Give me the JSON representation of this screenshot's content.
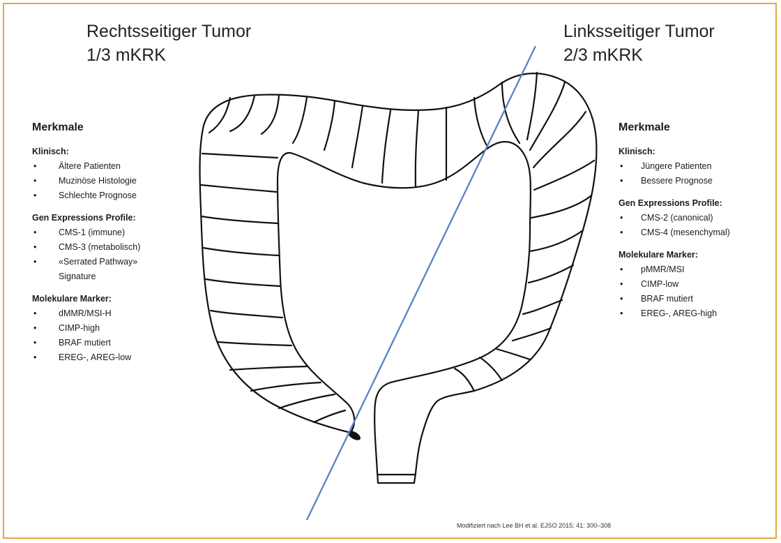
{
  "left": {
    "title_line1": "Rechtsseitiger Tumor",
    "title_line2": "1/3 mKRK",
    "heading": "Merkmale",
    "sections": [
      {
        "label": "Klinisch:",
        "items": [
          "Ältere Patienten",
          "Muzinöse Histologie",
          "Schlechte Prognose"
        ]
      },
      {
        "label": "Gen Expressions Profile:",
        "items": [
          "CMS-1 (immune)",
          "CMS-3 (metabolisch)",
          "«Serrated Pathway»",
          "Signature"
        ]
      },
      {
        "label": "Molekulare Marker:",
        "items": [
          "dMMR/MSI-H",
          "CIMP-high",
          "BRAF mutiert",
          "EREG-, AREG-low"
        ]
      }
    ]
  },
  "right": {
    "title_line1": "Linksseitiger Tumor",
    "title_line2": "2/3 mKRK",
    "heading": "Merkmale",
    "sections": [
      {
        "label": "Klinisch:",
        "items": [
          "Jüngere Patienten",
          "Bessere Prognose"
        ]
      },
      {
        "label": "Gen Expressions Profile:",
        "items": [
          "CMS-2 (canonical)",
          "CMS-4 (mesenchymal)"
        ]
      },
      {
        "label": "Molekulare Marker:",
        "items": [
          "pMMR/MSI",
          "CIMP-low",
          "BRAF mutiert",
          "EREG-, AREG-high"
        ]
      }
    ]
  },
  "credit": "Modifiziert nach Lee BH et al. EJSO 2015; 41: 300–308",
  "colors": {
    "frame": "#e8a53a",
    "divider_line": "#5b86c4",
    "outline": "#111111"
  }
}
